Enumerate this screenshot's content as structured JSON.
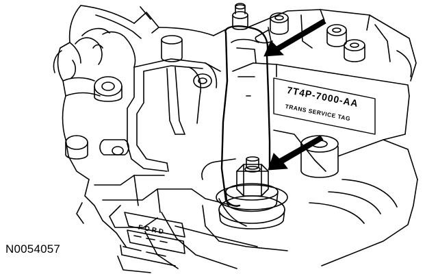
{
  "figure": {
    "id_label": "N0054057",
    "tag_part_number": "7T4P-7000-AA",
    "tag_caption": "TRANS SERVICE TAG",
    "foot_text": "FORD",
    "line_color": "#000000",
    "background_color": "#ffffff",
    "arrows": [
      "arrow-upper",
      "arrow-lower"
    ]
  }
}
